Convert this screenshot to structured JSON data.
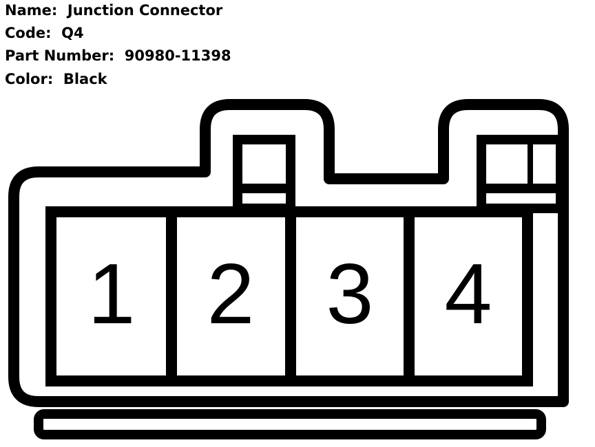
{
  "info": {
    "name_label": "Name:",
    "name_value": "Junction Connector",
    "code_label": "Code:",
    "code_value": "Q4",
    "part_label": "Part Number:",
    "part_value": "90980-11398",
    "color_label": "Color:",
    "color_value": "Black"
  },
  "connector": {
    "pins": [
      "1",
      "2",
      "3",
      "4"
    ],
    "stroke_color": "#000000",
    "fill_color": "#ffffff"
  }
}
